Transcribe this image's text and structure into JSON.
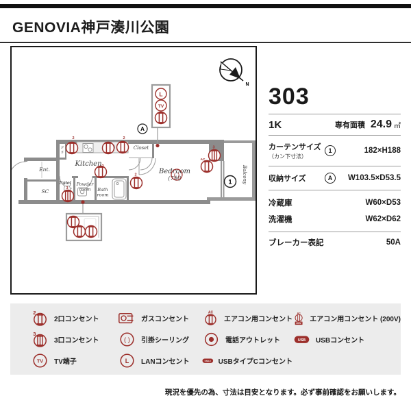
{
  "title": "GENOVIA神戸湊川公園",
  "floorplan": {
    "rooms": {
      "ent": "Ent.",
      "sc": "SC",
      "toilet": "Toilet",
      "powder_1": "Powder",
      "powder_2": "room",
      "bath_1": "Bath",
      "bath_2": "room",
      "kitchen": "Kitchen",
      "closet": "Closet",
      "bedroom": "Bedroom",
      "bedroom_size": "(7帖)",
      "balcony": "Balcony",
      "ps_1": "P",
      "ps_2": "S"
    },
    "markers": {
      "storage": "A",
      "curtain": "1",
      "north": "N"
    },
    "icons": {
      "lan": "L",
      "tv": "TV",
      "ceiling": "( )"
    },
    "outlet_numbers": {
      "k1": "2",
      "k3": "2",
      "kitchen": "2",
      "corridor": "2",
      "toilet": "3",
      "bedroom": "3",
      "ac": "AC"
    }
  },
  "specs": {
    "unit_number": "303",
    "layout": "1K",
    "area_label": "専有面積",
    "area_value": "24.9",
    "area_unit": "㎡",
    "curtain": {
      "label": "カーテンサイズ",
      "sublabel": "（カン下寸法）",
      "marker": "1",
      "value": "182×H188"
    },
    "storage": {
      "label": "収納サイズ",
      "marker": "A",
      "value": "W103.5×D53.5"
    },
    "fridge": {
      "label": "冷蔵庫",
      "value": "W60×D53"
    },
    "washer": {
      "label": "洗濯機",
      "value": "W62×D62"
    },
    "breaker": {
      "label": "ブレーカー表記",
      "value": "50A"
    }
  },
  "legend": {
    "items": [
      {
        "label": "2口コンセント",
        "num": "2"
      },
      {
        "label": "ガスコンセント"
      },
      {
        "label": "エアコン用コンセント",
        "letters": "AC"
      },
      {
        "label": "エアコン用コンセント (200V)",
        "letters": "AC",
        "volt": "200V"
      },
      {
        "label": "3口コンセント",
        "num": "3"
      },
      {
        "label": "引掛シーリング",
        "glyph": "( )"
      },
      {
        "label": "電話アウトレット"
      },
      {
        "label": "USBコンセント",
        "text": "USB"
      },
      {
        "label": "TV端子",
        "text": "TV"
      },
      {
        "label": "LANコンセント",
        "text": "L"
      },
      {
        "label": "USBタイプCコンセント",
        "text": "USB-C"
      }
    ]
  },
  "disclaimer": "現況を優先の為、寸法は目安となります。必ず事前確認をお願いします。"
}
